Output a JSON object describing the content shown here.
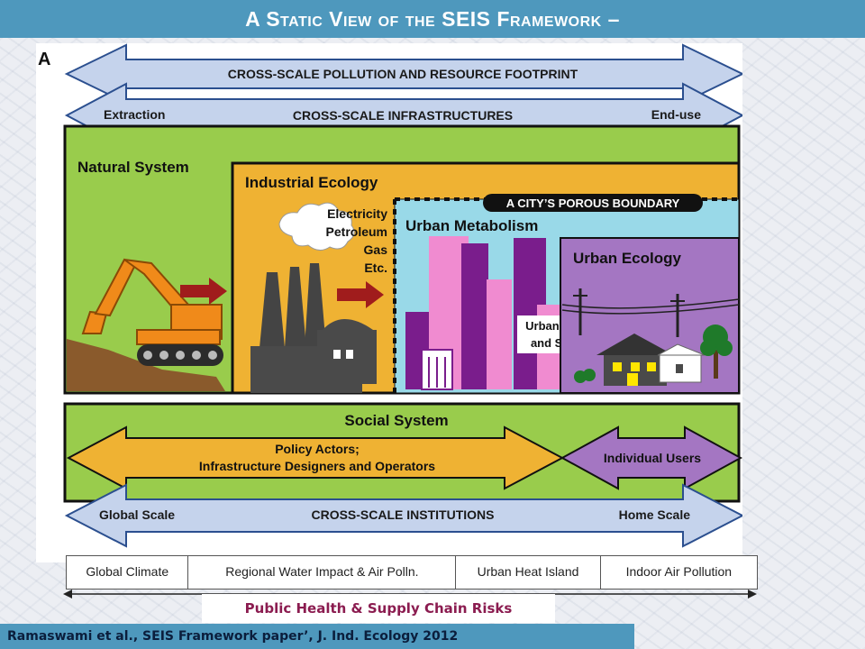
{
  "slide": {
    "title": "A Static View of the SEIS Framework –",
    "citation": "Ramaswami et al., SEIS Framework paper’, J. Ind. Ecology 2012"
  },
  "diagram": {
    "panel_label": "A",
    "footprint_arrow": "CROSS-SCALE POLLUTION AND RESOURCE FOOTPRINT",
    "infra_arrow": {
      "center": "CROSS-SCALE INFRASTRUCTURES",
      "left": "Extraction",
      "right": "End-use"
    },
    "natural_system": "Natural System",
    "industrial_ecology": "Industrial Ecology",
    "energy_labels": [
      "Electricity",
      "Petroleum",
      "Gas",
      "Etc."
    ],
    "city_boundary": "A CITY’S POROUS BOUNDARY",
    "urban_metabolism": "Urban Metabolism",
    "urban_ecology": "Urban Ecology",
    "urban_form": [
      "Urban Form",
      "and Stock"
    ],
    "social_system": "Social System",
    "policy_actors": [
      "Policy Actors;",
      "Infrastructure Designers and Operators"
    ],
    "individual_users": "Individual Users",
    "institutions_arrow": {
      "center": "CROSS-SCALE INSTITUTIONS",
      "left": "Global Scale",
      "right": "Home Scale"
    }
  },
  "impacts": {
    "cells": [
      "Global Climate",
      "Regional  Water Impact & Air Polln.",
      "Urban Heat Island",
      "Indoor Air Pollution"
    ],
    "risk_label": "Public Health & Supply Chain Risks"
  },
  "colors": {
    "title_bar": "#4e98bd",
    "arrow_blue": "#c5d3ec",
    "natural_green": "#99cc4c",
    "industrial_orange": "#efb233",
    "urban_blue": "#99d9e8",
    "urban_purple": "#a476c2"
  }
}
